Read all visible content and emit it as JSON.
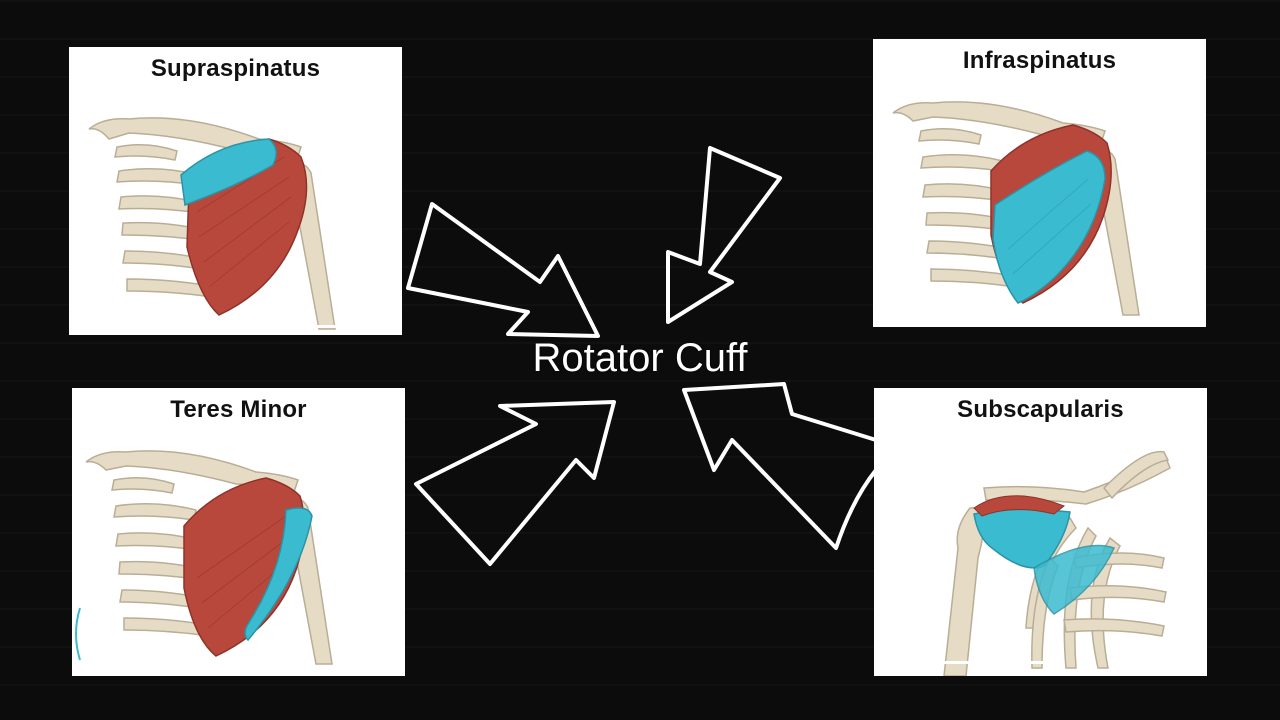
{
  "center_label": "Rotator Cuff",
  "muscles": [
    {
      "id": "supraspinatus",
      "label": "Supraspinatus",
      "highlight_color": "#3bbbd0"
    },
    {
      "id": "infraspinatus",
      "label": "Infraspinatus",
      "highlight_color": "#3bbbd0"
    },
    {
      "id": "teres-minor",
      "label": "Teres Minor",
      "highlight_color": "#3bbbd0"
    },
    {
      "id": "subscapularis",
      "label": "Subscapularis",
      "highlight_color": "#3bbbd0"
    }
  ],
  "colors": {
    "background": "#0d0c0d",
    "muscle_red": "#b8483c",
    "bone": "#e6dcc6",
    "highlight": "#3bbbd0",
    "arrow": "#ffffff"
  }
}
